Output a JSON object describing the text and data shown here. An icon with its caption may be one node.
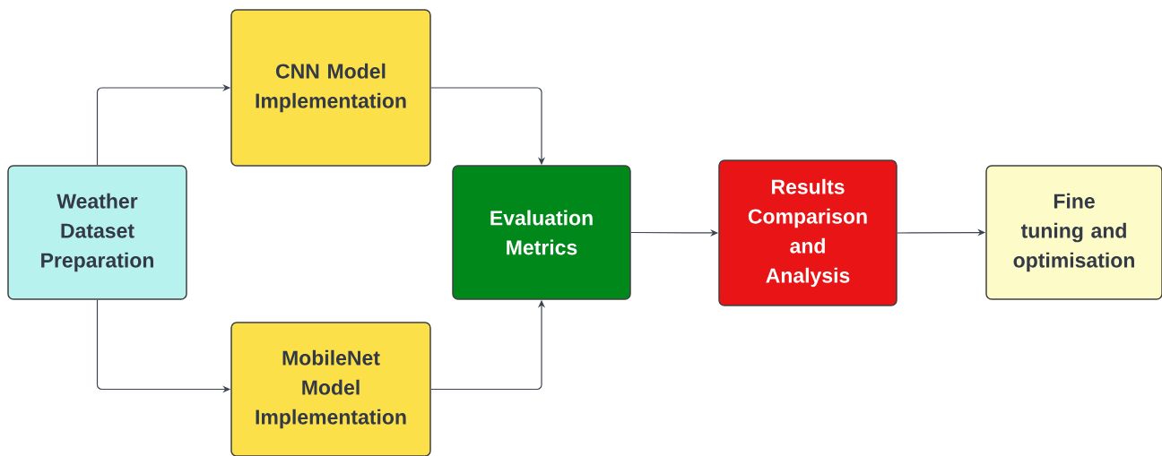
{
  "diagram": {
    "nodes": [
      {
        "text": [
          "Weather Dataset Preparation"
        ]
      },
      {
        "text": [
          "CNN Model Implementation"
        ]
      },
      {
        "text": [
          "MobileNet Model Implementation"
        ]
      },
      {
        "text": [
          "Evaluation Metrics"
        ]
      },
      {
        "text": [
          "Results Comparison and Analysis"
        ]
      },
      {
        "text": [
          "Fine tuning and optimisation"
        ]
      }
    ],
    "edges": [
      {
        "from": 0,
        "to": 1,
        "arrow": "to"
      },
      {
        "from": 0,
        "to": 2,
        "arrow": "to"
      },
      {
        "from": 1,
        "to": 3,
        "arrow": "to"
      },
      {
        "from": 2,
        "to": 3,
        "arrow": "to"
      },
      {
        "from": 3,
        "to": 4,
        "arrow": "to"
      },
      {
        "from": 4,
        "to": 5,
        "arrow": "to"
      }
    ]
  }
}
